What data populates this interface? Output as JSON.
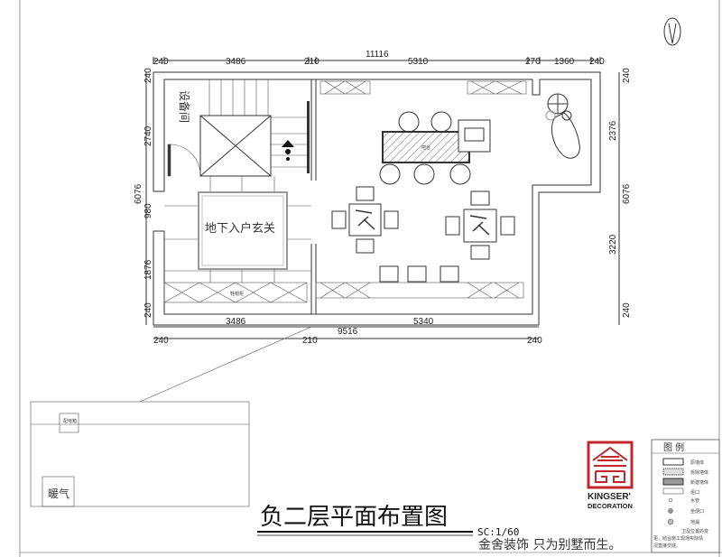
{
  "drawing": {
    "title": "负二层平面布置图",
    "scale": "SC:1/60",
    "slogan": "金舍装饰 只为别墅而生。"
  },
  "logo": {
    "line1": "KINGSER'",
    "line2": "DECORATION",
    "brand_color": "#c0282d"
  },
  "rooms": {
    "equipment_room": "设备间",
    "entry_hall": "地下入户玄关",
    "shoe_cabinet": "鞋帽柜",
    "bar": "吧台",
    "distribution_box": "配电箱",
    "heating": "暖气"
  },
  "dimensions": {
    "top": [
      "240",
      "3486",
      "210",
      "11116",
      "5310",
      "270",
      "1360",
      "240"
    ],
    "bottom_inner": [
      "3486",
      "9516",
      "5340"
    ],
    "bottom_outer": [
      "240",
      "210",
      "240"
    ],
    "left": [
      "240",
      "2740",
      "6076",
      "980",
      "1876",
      "240"
    ],
    "right": [
      "240",
      "2376",
      "6076",
      "3220",
      "240"
    ]
  },
  "legend": {
    "title": "图 例",
    "items": [
      {
        "symbol": "original-wall",
        "label": "原墙体"
      },
      {
        "symbol": "demolished-wall",
        "label": "拆除墙体"
      },
      {
        "symbol": "new-wall",
        "label": "新建墙体"
      },
      {
        "symbol": "opening",
        "label": "垭口"
      },
      {
        "symbol": "water-pipe",
        "label": "水管"
      },
      {
        "symbol": "toilet-outlet",
        "label": "坐便口"
      },
      {
        "symbol": "floor-drain",
        "label": "地漏"
      }
    ],
    "note": [
      "卫及位置的变",
      "更，结合施工现场实际情",
      "况直接交底。"
    ]
  }
}
